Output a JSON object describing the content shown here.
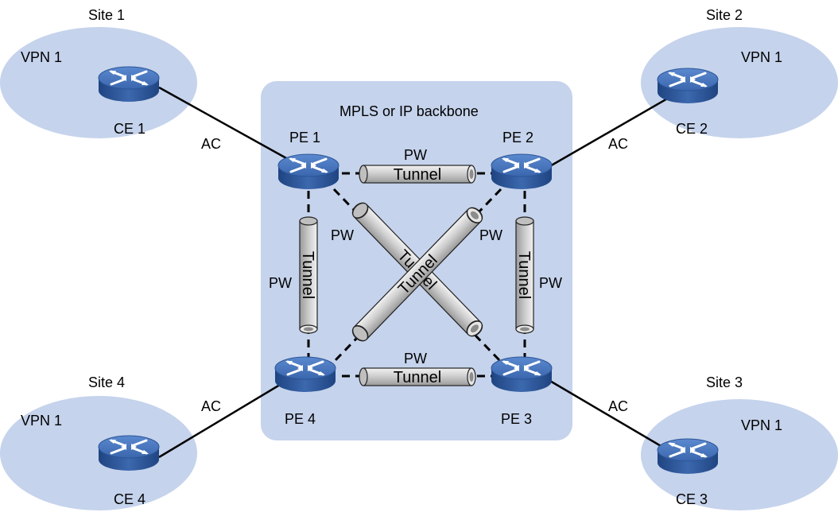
{
  "backbone": {
    "label": "MPLS or IP backbone"
  },
  "sites": [
    {
      "site": "Site 1",
      "vpn": "VPN 1",
      "ce": "CE 1",
      "ac": "AC"
    },
    {
      "site": "Site 2",
      "vpn": "VPN 1",
      "ce": "CE 2",
      "ac": "AC"
    },
    {
      "site": "Site 3",
      "vpn": "VPN 1",
      "ce": "CE 3",
      "ac": "AC"
    },
    {
      "site": "Site 4",
      "vpn": "VPN 1",
      "ce": "CE 4",
      "ac": "AC"
    }
  ],
  "pes": [
    "PE 1",
    "PE 2",
    "PE 3",
    "PE 4"
  ],
  "links": {
    "pw": "PW",
    "tunnel": "Tunnel"
  },
  "colors": {
    "site_cloud": "#c5d3ec",
    "backbone": "#c5d3ec",
    "router_top": "#3f6fba",
    "router_side": "#2a5296",
    "tunnel": "#c8c8c8"
  }
}
